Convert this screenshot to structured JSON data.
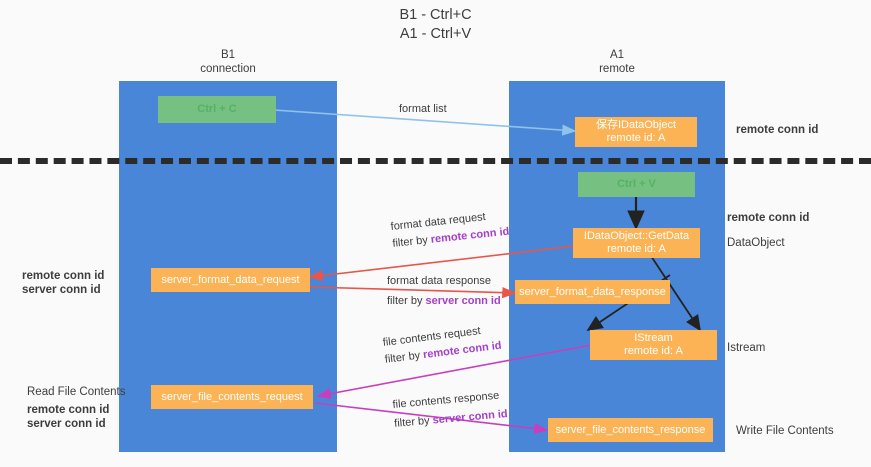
{
  "title": {
    "line1": "B1 - Ctrl+C",
    "line2": "A1 - Ctrl+V"
  },
  "lanes": [
    {
      "id": "b1",
      "header_line1": "B1",
      "header_line2": "connection"
    },
    {
      "id": "a1",
      "header_line1": "A1",
      "header_line2": "remote"
    }
  ],
  "colors": {
    "lane": "#4a86d8",
    "node_green": "#76c181",
    "node_orange": "#fcb355",
    "divider": "#2b2b2b",
    "purple": "#a440c8",
    "green_text": "#54b265",
    "arrow_blue": "#8fc3ea",
    "arrow_red": "#e8564a",
    "arrow_magenta": "#c83fbe",
    "arrow_black": "#222222",
    "background": "#fafafa"
  },
  "nodes": {
    "ctrl_c": {
      "label": "Ctrl + C"
    },
    "data_object_remote": {
      "line1": "保存IDataObject",
      "line2": "remote id: A"
    },
    "ctrl_v": {
      "label": "Ctrl + V"
    },
    "getdata": {
      "line1": "IDataObject::GetData",
      "line2": "remote id: A"
    },
    "server_format_data_request": {
      "label": "server_format_data_request"
    },
    "server_format_data_response": {
      "label": "server_format_data_response"
    },
    "istream": {
      "line1": "IStream",
      "line2": "remote id: A"
    },
    "server_file_contents_request": {
      "label": "server_file_contents_request"
    },
    "server_file_contents_response": {
      "label": "server_file_contents_response"
    }
  },
  "edge_labels": {
    "format_list": "format list",
    "format_data_request": "format data request",
    "format_data_request_filter_prefix": "filter by ",
    "format_data_request_filter_key": "remote conn id",
    "format_data_response": "format data response",
    "format_data_response_filter_prefix": "filter by ",
    "format_data_response_filter_key": "server conn id",
    "file_contents_request": "file contents request",
    "file_contents_request_filter_prefix": "filter by ",
    "file_contents_request_filter_key": "remote conn id",
    "file_contents_response": "file contents response",
    "file_contents_response_filter_prefix": "filter by ",
    "file_contents_response_filter_key": "server conn id"
  },
  "annotations": {
    "right_top_remote_conn_id": "remote conn id",
    "right_mid_remote_conn_id": "remote conn id",
    "right_dataobject": "DataObject",
    "right_istream": "Istream",
    "right_write_file_contents": "Write File Contents",
    "left_remote_conn_id": "remote conn id",
    "left_server_conn_id": "server conn id",
    "left_read_file_contents": "Read File Contents",
    "left_bottom_remote_conn_id": "remote conn id",
    "left_bottom_server_conn_id": "server conn id"
  }
}
